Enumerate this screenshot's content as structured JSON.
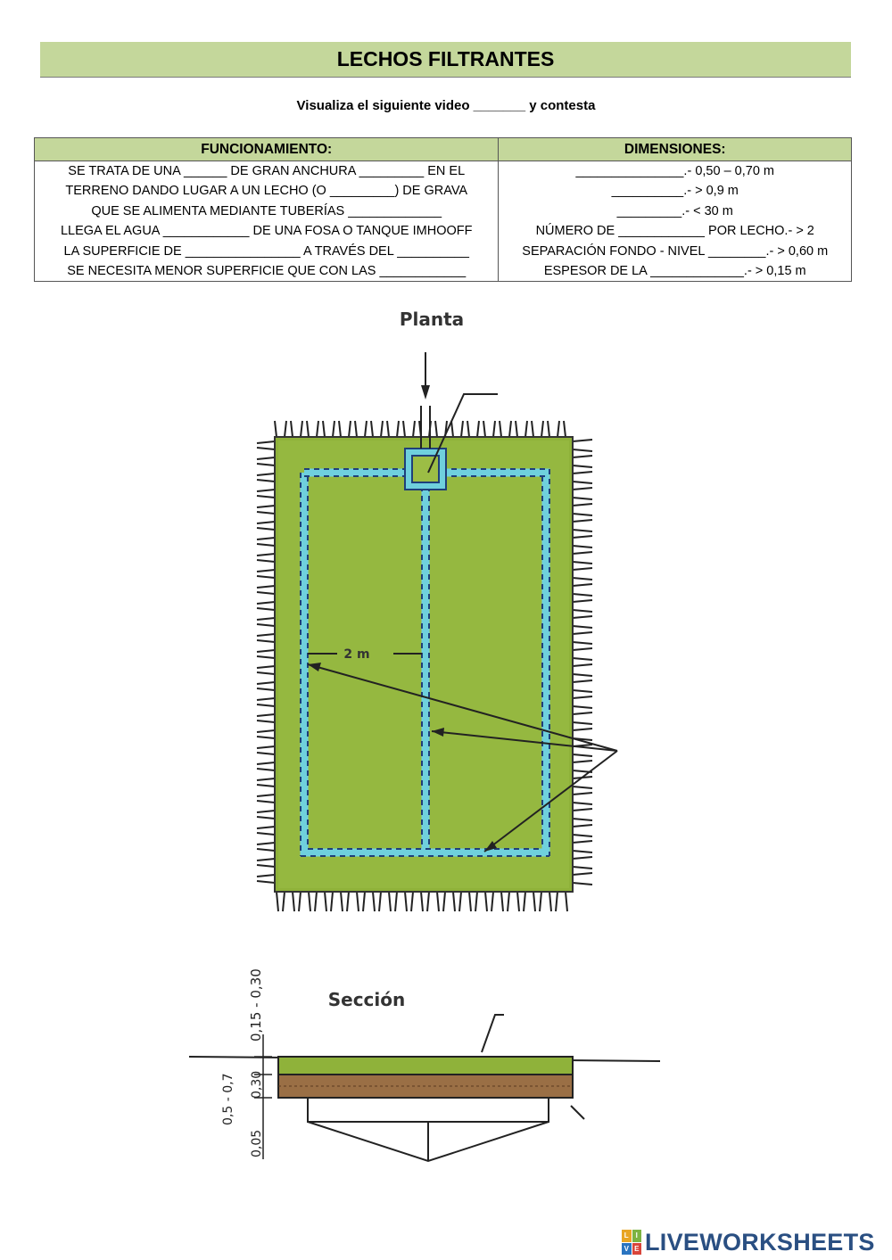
{
  "title": "LECHOS FILTRANTES",
  "instruction": "Visualiza el siguiente video _______ y contesta",
  "table": {
    "headers": [
      "FUNCIONAMIENTO:",
      "DIMENSIONES:"
    ],
    "rows": [
      [
        "SE TRATA DE UNA ______ DE GRAN ANCHURA _________ EN EL",
        "_______________.- 0,50 – 0,70 m"
      ],
      [
        "TERRENO DANDO LUGAR A UN LECHO (O _________) DE GRAVA",
        "__________.- > 0,9 m"
      ],
      [
        "QUE SE ALIMENTA MEDIANTE TUBERÍAS _____________",
        "_________.- < 30 m"
      ],
      [
        "LLEGA EL AGUA ____________ DE UNA FOSA O TANQUE IMHOOFF",
        "NÚMERO DE ____________ POR LECHO.- > 2"
      ],
      [
        "LA SUPERFICIE DE ________________ A TRAVÉS DEL __________",
        "SEPARACIÓN FONDO - NIVEL ________.- > 0,60 m"
      ],
      [
        "SE NECESITA MENOR SUPERFICIE QUE CON LAS ____________",
        "ESPESOR DE LA _____________.- > 0,15 m"
      ]
    ]
  },
  "diagram": {
    "plan_label": "Planta",
    "width_label": "2 m",
    "section_label": "Sección",
    "dimensions": [
      "0,15 - 0,30",
      "0,30",
      "0,5 - 0,7",
      "0,05"
    ]
  },
  "colors": {
    "header_green": "#c4d79b",
    "gravel_green": "#8fb23a",
    "pipe_blue": "#6fd0dd",
    "soil_brown": "#9a6f45"
  },
  "footer": {
    "logo_text": "LIVEWORKSHEETS"
  }
}
